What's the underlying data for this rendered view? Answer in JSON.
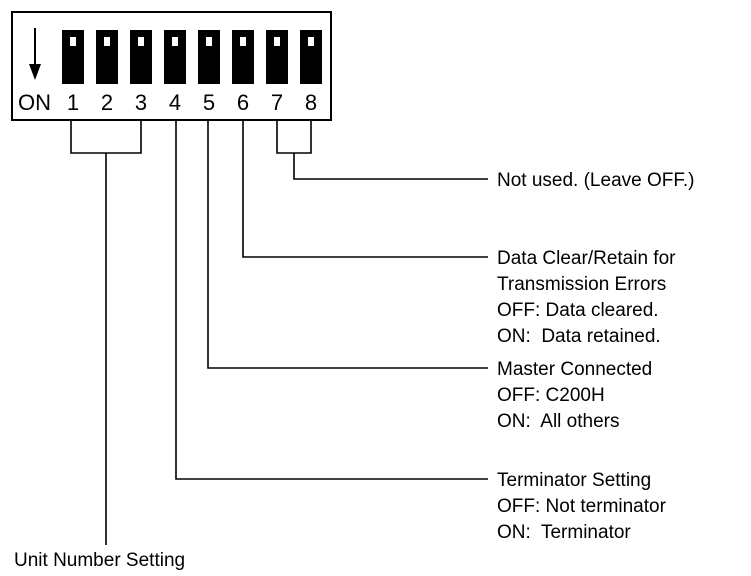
{
  "switch": {
    "on_label": "ON",
    "positions": [
      "1",
      "2",
      "3",
      "4",
      "5",
      "6",
      "7",
      "8"
    ]
  },
  "callouts": {
    "unused": {
      "lines": [
        "Not used. (Leave OFF.)"
      ]
    },
    "data_clear": {
      "lines": [
        "Data Clear/Retain for",
        "Transmission Errors",
        "OFF: Data cleared.",
        "ON:  Data retained."
      ]
    },
    "master": {
      "lines": [
        "Master Connected",
        "OFF: C200H",
        "ON:  All others"
      ]
    },
    "terminator": {
      "lines": [
        "Terminator Setting",
        "OFF: Not terminator",
        "ON:  Terminator"
      ]
    },
    "unit_number": {
      "lines": [
        "Unit Number Setting"
      ]
    }
  }
}
